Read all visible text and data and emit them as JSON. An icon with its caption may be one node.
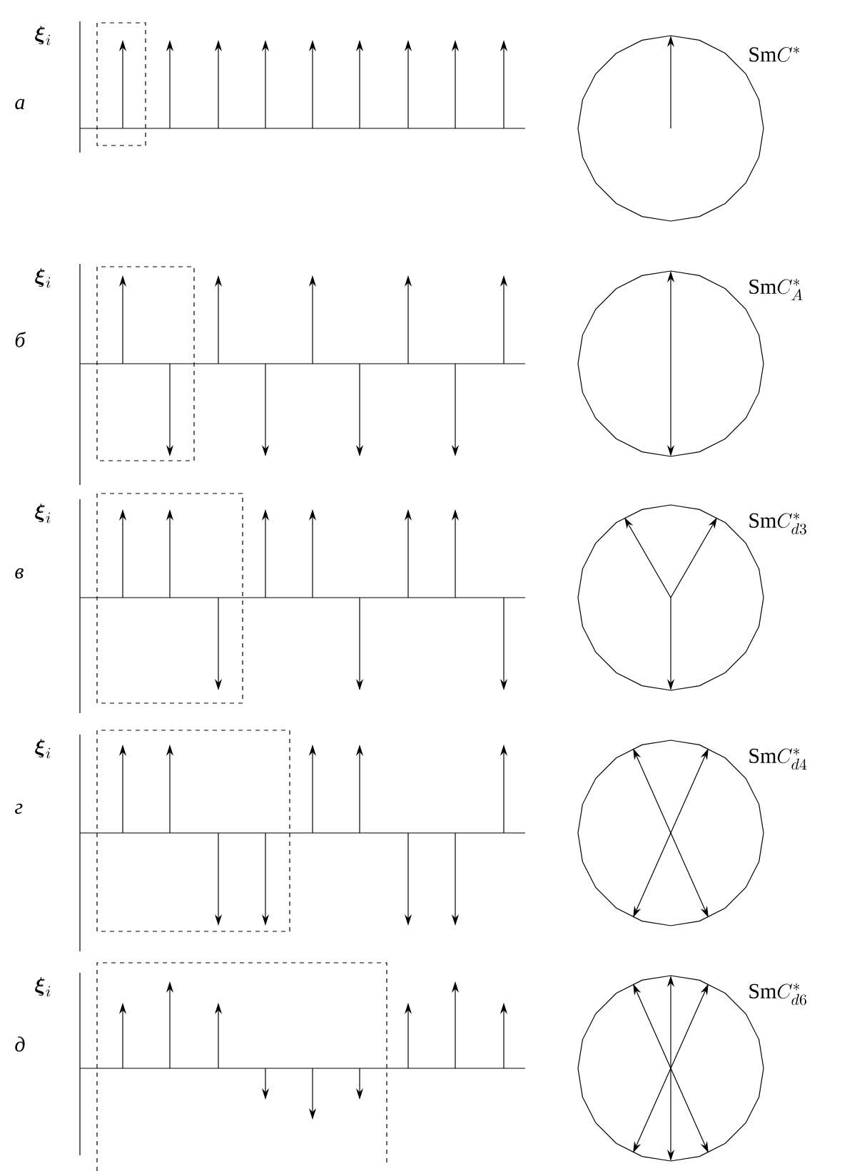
{
  "diagram": {
    "labels": [
      "\\boldsymbol{\\xi}_i",
      "\\mathrm{Sm}C^*",
      "а",
      "\\boldsymbol{\\xi}_i",
      "\\mathrm{Sm}C^*_A",
      "б",
      "\\boldsymbol{\\xi}_i",
      "\\mathrm{Sm}C^*_{d3}",
      "в",
      "\\boldsymbol{\\xi}_i",
      "\\mathrm{Sm}C^*_{d4}",
      "г",
      "\\boldsymbol{\\xi}_i",
      "\\mathrm{Sm}C^*_{d6}",
      "д"
    ]
  }
}
